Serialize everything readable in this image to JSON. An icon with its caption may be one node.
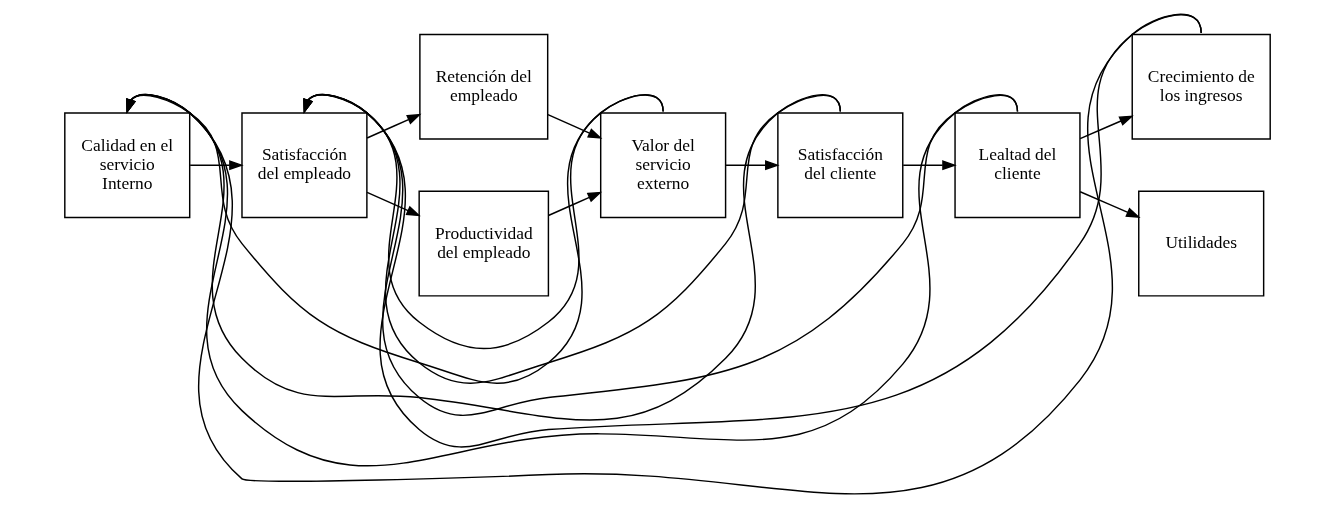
{
  "diagram": {
    "nodes": [
      {
        "text": [
          "Calidad en el servicio Interno"
        ]
      },
      {
        "text": [
          "Satisfacción del empleado"
        ]
      },
      {
        "text": [
          "Retención del empleado"
        ]
      },
      {
        "text": [
          "Productividad del empleado"
        ]
      },
      {
        "text": [
          "Valor del servicio externo"
        ]
      },
      {
        "text": [
          "Satisfacción del cliente"
        ]
      },
      {
        "text": [
          "Lealtad del cliente"
        ]
      },
      {
        "text": [
          "Crecimiento de los ingresos"
        ]
      },
      {
        "text": [
          "Utilidades"
        ]
      }
    ],
    "edges": [
      {
        "from": 0,
        "to": 1,
        "arrow": "to"
      },
      {
        "from": 1,
        "to": 2,
        "arrow": "to"
      },
      {
        "from": 1,
        "to": 3,
        "arrow": "to"
      },
      {
        "from": 2,
        "to": 4,
        "arrow": "to"
      },
      {
        "from": 3,
        "to": 4,
        "arrow": "to"
      },
      {
        "from": 4,
        "to": 5,
        "arrow": "to"
      },
      {
        "from": 5,
        "to": 6,
        "arrow": "to"
      },
      {
        "from": 6,
        "to": 7,
        "arrow": "to"
      },
      {
        "from": 6,
        "to": 8,
        "arrow": "to"
      },
      {
        "from": 4,
        "to": 0,
        "arrow": "to"
      },
      {
        "from": 4,
        "to": 1,
        "arrow": "to"
      },
      {
        "from": 5,
        "to": 0,
        "arrow": "to"
      },
      {
        "from": 5,
        "to": 1,
        "arrow": "to"
      },
      {
        "from": 6,
        "to": 0,
        "arrow": "to"
      },
      {
        "from": 6,
        "to": 1,
        "arrow": "to"
      },
      {
        "from": 7,
        "to": 0,
        "arrow": "to"
      },
      {
        "from": 7,
        "to": 1,
        "arrow": "to"
      }
    ]
  }
}
